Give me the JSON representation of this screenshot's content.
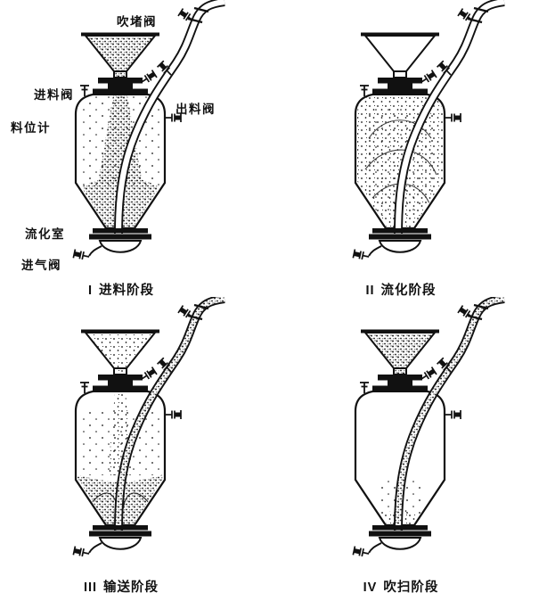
{
  "diagram": {
    "annotations": {
      "blow_plug_valve": "吹堵阀",
      "feed_valve": "进料阀",
      "level_gauge": "料位计",
      "discharge_valve": "出料阀",
      "fluidization_chamber": "流化室",
      "air_inlet_valve": "进气阀"
    },
    "stages": [
      {
        "numeral": "I",
        "label": "进料阶段"
      },
      {
        "numeral": "II",
        "label": "流化阶段"
      },
      {
        "numeral": "III",
        "label": "输送阶段"
      },
      {
        "numeral": "IV",
        "label": "吹扫阶段"
      }
    ],
    "colors": {
      "line": "#111111",
      "background": "#ffffff"
    }
  }
}
